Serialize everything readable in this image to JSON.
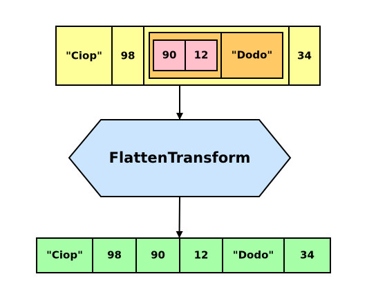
{
  "input_record": {
    "cells": [
      "\"Ciop\"",
      "98",
      "",
      "34"
    ],
    "nested_record": {
      "inner_pair": [
        "90",
        "12"
      ],
      "label": "\"Dodo\""
    }
  },
  "transform": {
    "label": "FlattenTransform"
  },
  "output_record": {
    "cells": [
      "\"Ciop\"",
      "98",
      "90",
      "12",
      "\"Dodo\"",
      "34"
    ]
  },
  "colors": {
    "input_fill": "#ffff99",
    "nested_fill": "#ffc966",
    "inner_fill": "#ffc0cb",
    "transform_fill": "#cce5ff",
    "output_fill": "#a6ffa6",
    "stroke": "#000000"
  }
}
